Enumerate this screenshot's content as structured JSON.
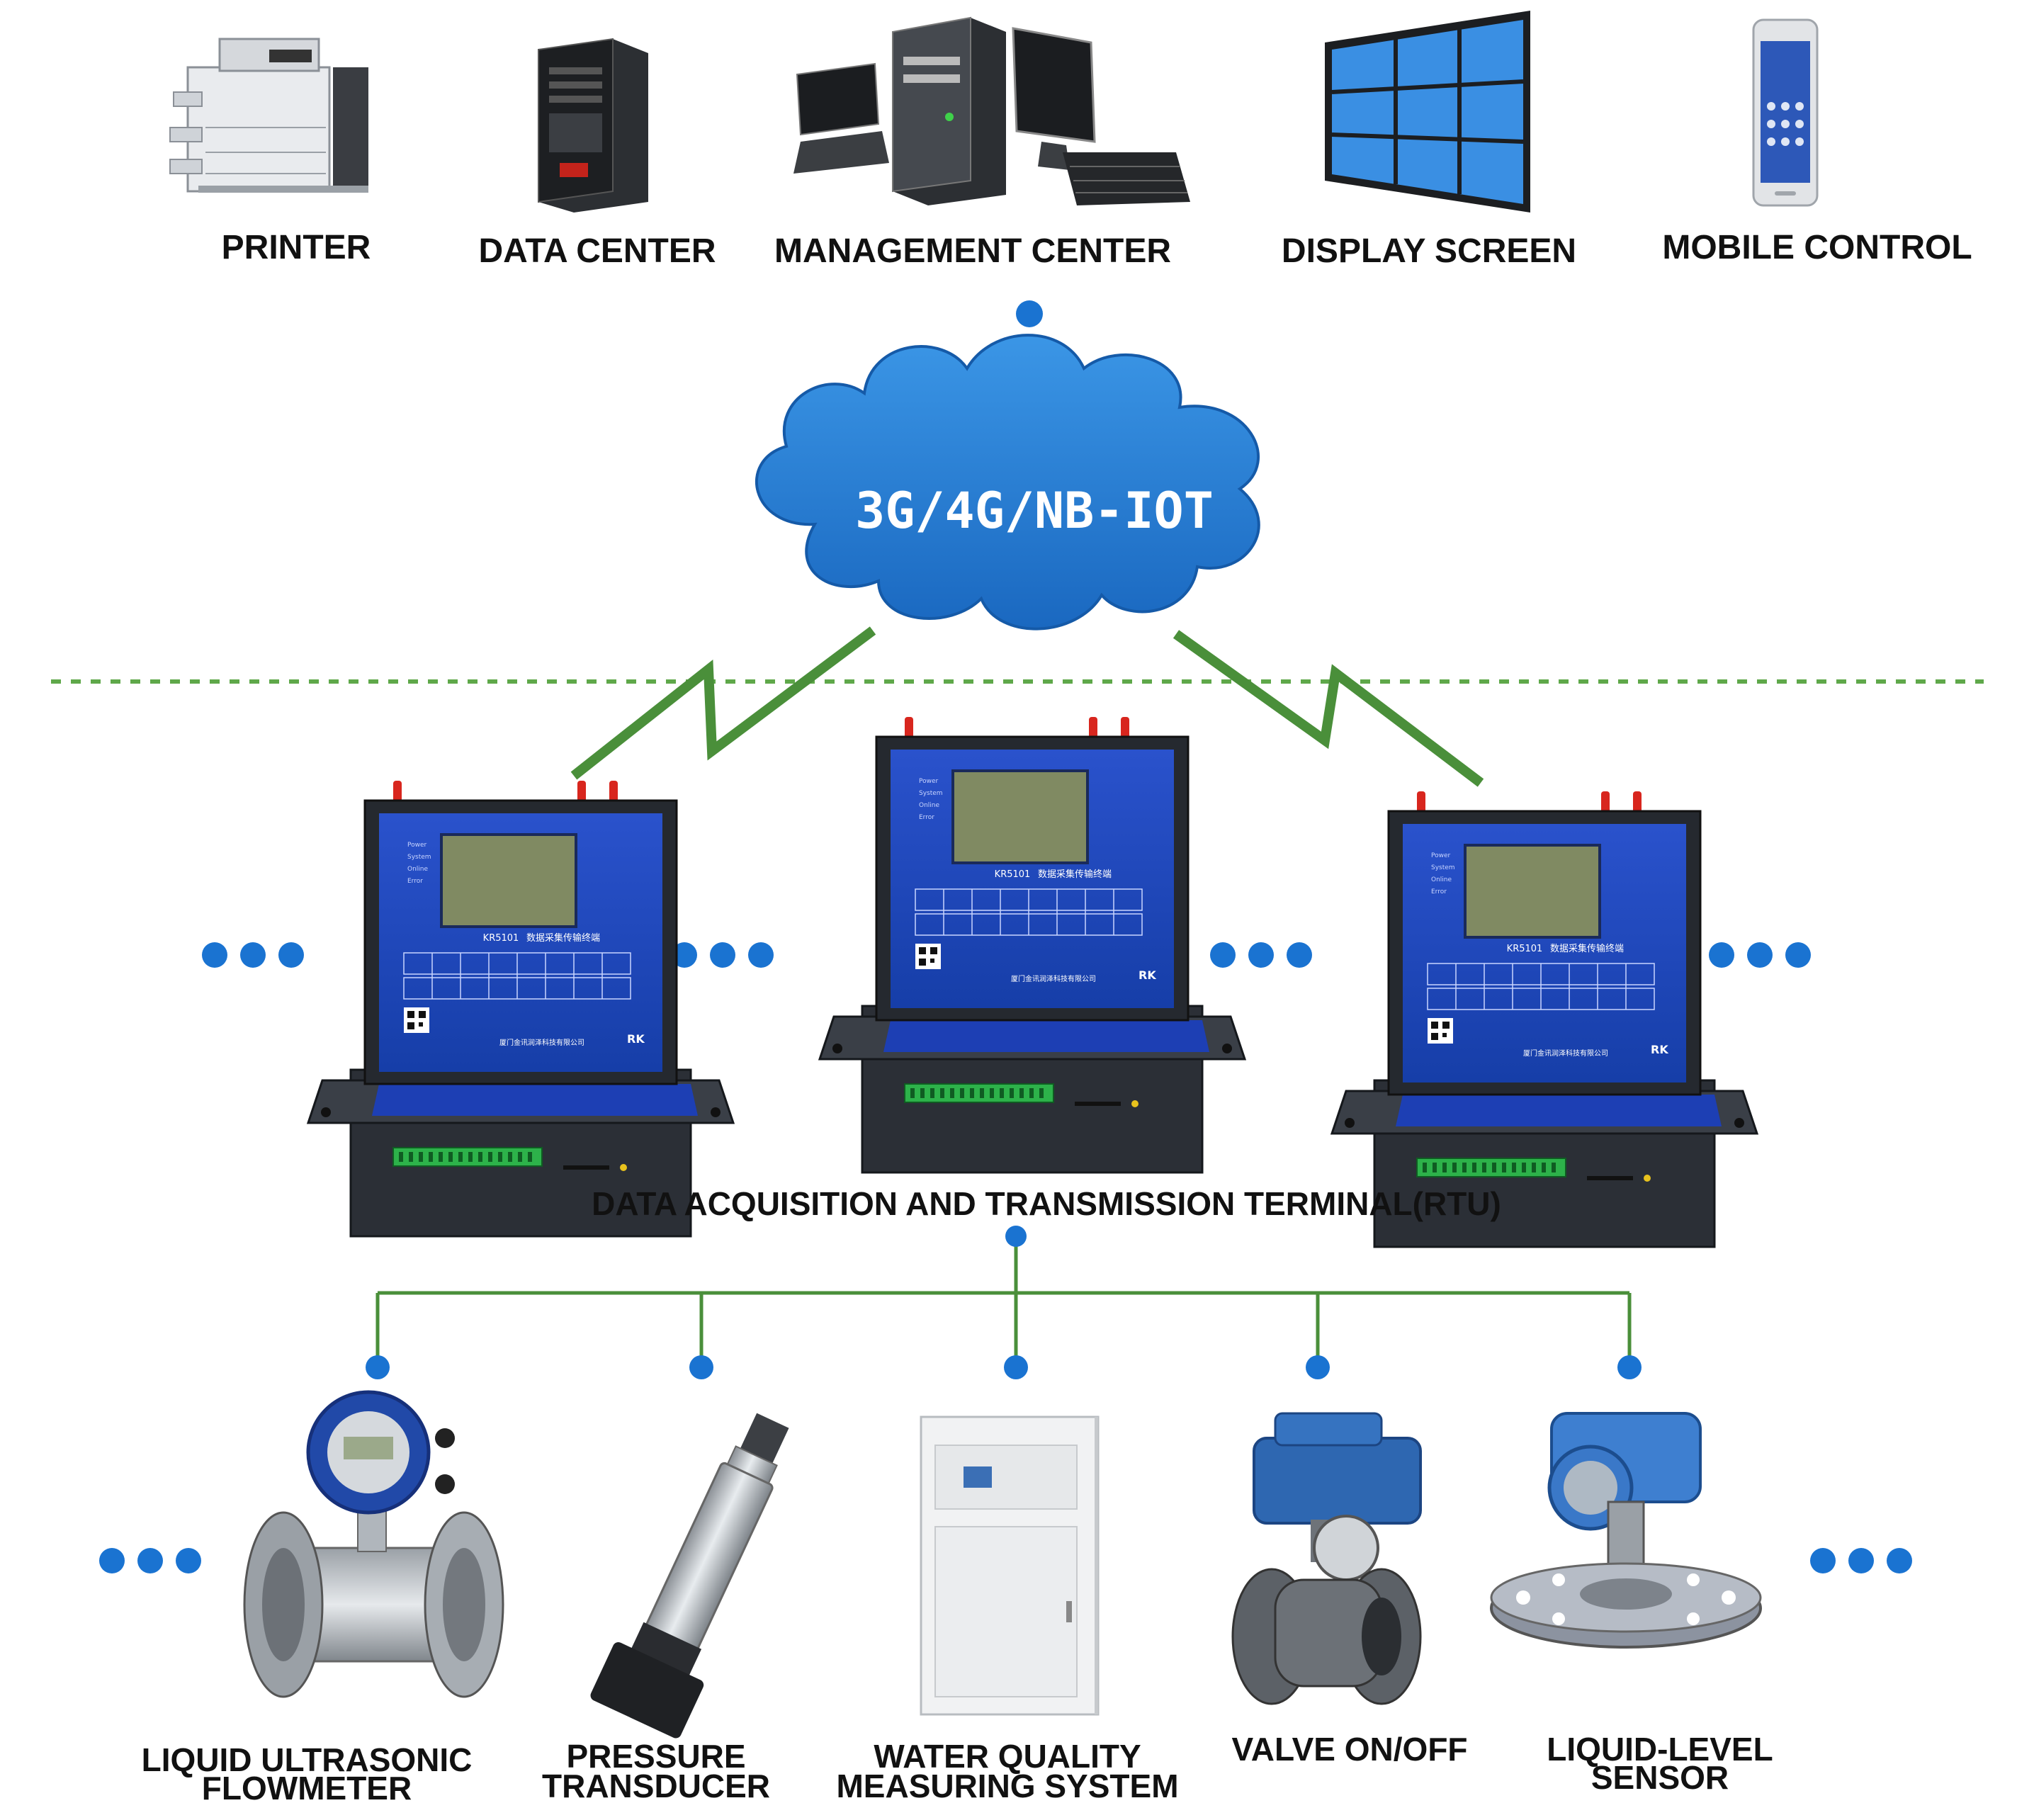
{
  "colors": {
    "accent_blue": "#1a73d1",
    "cloud_fill": "#1f78cf",
    "link_green": "#4a8f3a",
    "divider_green": "#5fa84a",
    "panel_blue": "#1d3fb4",
    "screen_green": "#7f9b63"
  },
  "top_devices": [
    {
      "label": "PRINTER",
      "icon": "printer-icon"
    },
    {
      "label": "DATA CENTER",
      "icon": "server-tower-icon"
    },
    {
      "label": "MANAGEMENT CENTER",
      "icon": "computers-icon"
    },
    {
      "label": "DISPLAY SCREEN",
      "icon": "video-wall-icon"
    },
    {
      "label": "MOBILE CONTROL",
      "icon": "smartphone-icon"
    }
  ],
  "cloud": {
    "label": "3G/4G/NB-IOT"
  },
  "rtu": {
    "label": "DATA ACQUISITION AND TRANSMISSION TERMINAL(RTU)",
    "unit_model": "KR5101",
    "unit_title": "数据采集传输终端",
    "unit_company": "厦门金讯润泽科技有限公司",
    "unit_leds": [
      "Power",
      "System",
      "Online",
      "Error"
    ],
    "unit_logo": "RK"
  },
  "bottom_devices": [
    {
      "label_lines": [
        "LIQUID ULTRASONIC",
        "FLOWMETER"
      ],
      "icon": "flowmeter-icon"
    },
    {
      "label_lines": [
        "PRESSURE",
        "TRANSDUCER"
      ],
      "icon": "pressure-transducer-icon"
    },
    {
      "label_lines": [
        "WATER QUALITY",
        "MEASURING SYSTEM"
      ],
      "icon": "water-quality-cabinet-icon"
    },
    {
      "label_lines": [
        "VALVE ON/OFF"
      ],
      "icon": "electric-valve-icon"
    },
    {
      "label_lines": [
        "LIQUID-LEVEL",
        "SENSOR"
      ],
      "icon": "level-sensor-icon"
    }
  ]
}
